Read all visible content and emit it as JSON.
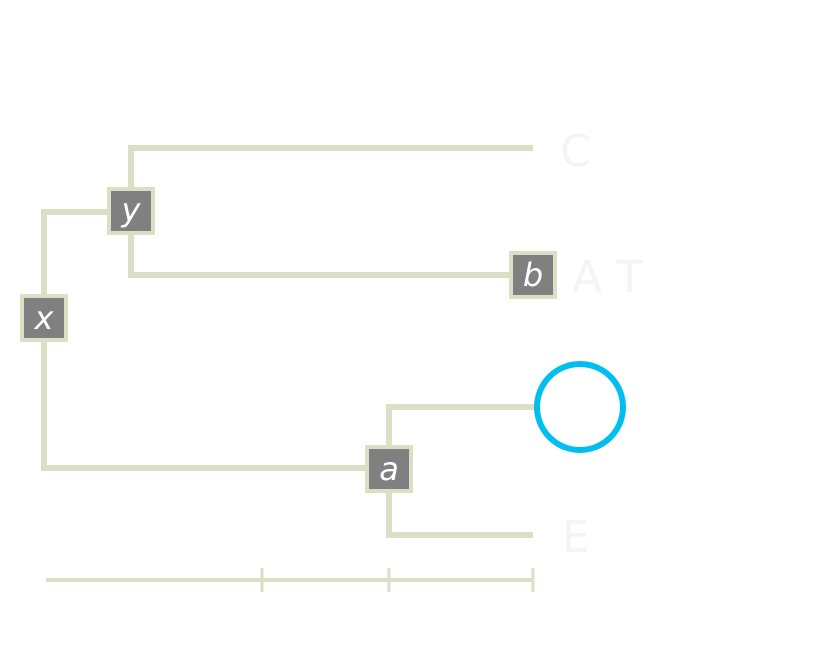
{
  "diagram": {
    "internal_nodes": [
      {
        "id": "x",
        "label": "x"
      },
      {
        "id": "y",
        "label": "y"
      },
      {
        "id": "a",
        "label": "a"
      },
      {
        "id": "b",
        "label": "b"
      }
    ],
    "leaf_labels": [
      "C",
      "A T",
      "",
      "E"
    ],
    "highlighted_leaf": 3
  },
  "colors": {
    "branch": "#dcdfc6",
    "node_fill": "#808080",
    "node_border": "#dcdfc6",
    "node_text": "#ffffff",
    "highlight_ring": "#00bff0",
    "faint_label": "#f4f4f4"
  }
}
